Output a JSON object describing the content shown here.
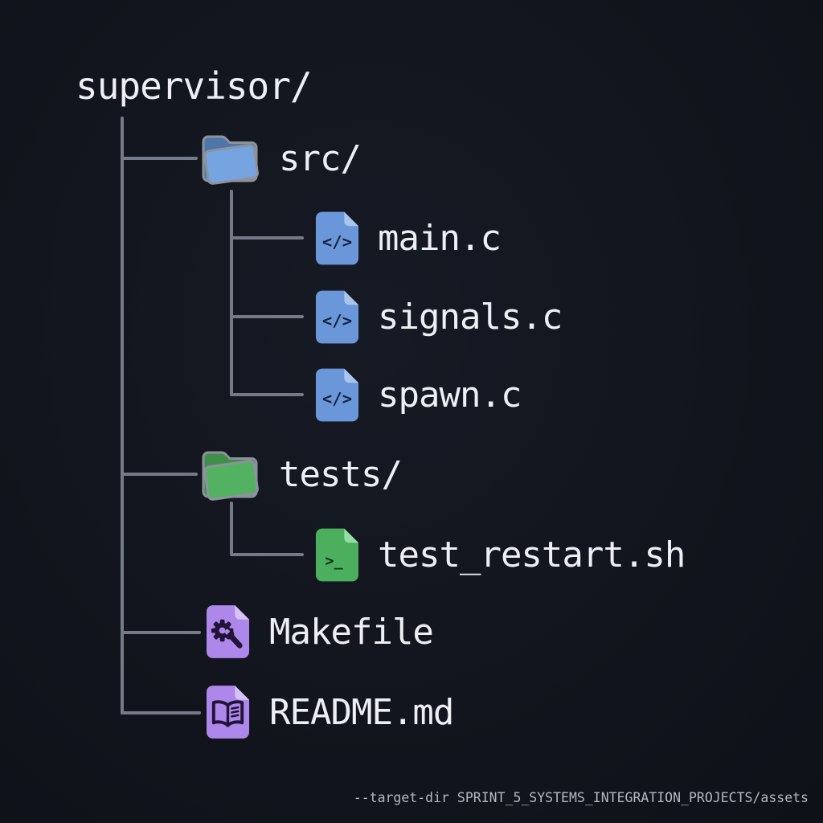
{
  "tree": {
    "root": "supervisor/",
    "children": [
      {
        "label": "src/",
        "type": "folder",
        "icon": "folder-icon",
        "color": "#76a4e0",
        "children": [
          {
            "label": "main.c",
            "type": "file",
            "icon": "code-file-icon",
            "color": "#6a97da"
          },
          {
            "label": "signals.c",
            "type": "file",
            "icon": "code-file-icon",
            "color": "#6a97da"
          },
          {
            "label": "spawn.c",
            "type": "file",
            "icon": "code-file-icon",
            "color": "#6a97da"
          }
        ]
      },
      {
        "label": "tests/",
        "type": "folder",
        "icon": "folder-icon",
        "color": "#52b261",
        "children": [
          {
            "label": "test_restart.sh",
            "type": "file",
            "icon": "shell-file-icon",
            "color": "#4caf5e"
          }
        ]
      },
      {
        "label": "Makefile",
        "type": "file",
        "icon": "build-file-icon",
        "color": "#ae87ea"
      },
      {
        "label": "README.md",
        "type": "file",
        "icon": "readme-file-icon",
        "color": "#ae87ea"
      }
    ]
  },
  "footer": {
    "caption": "--target-dir SPRINT_5_SYSTEMS_INTEGRATION_PROJECTS/assets"
  },
  "colors": {
    "background": "#12151d",
    "tree_line": "#747b87",
    "label_text": "#edeff4",
    "footer_text": "#b3b8c2",
    "blue_folder_front": "#76a4e0",
    "blue_folder_back": "#4f76a8",
    "blue_file": "#6a97da",
    "green_folder_front": "#52b261",
    "green_folder_back": "#3f8f4b",
    "green_file": "#4caf5e",
    "purple_file": "#ae87ea",
    "glyph_dark_blue": "#16233b",
    "glyph_dark_green": "#0f2e1a",
    "glyph_dark_purple": "#221438"
  }
}
